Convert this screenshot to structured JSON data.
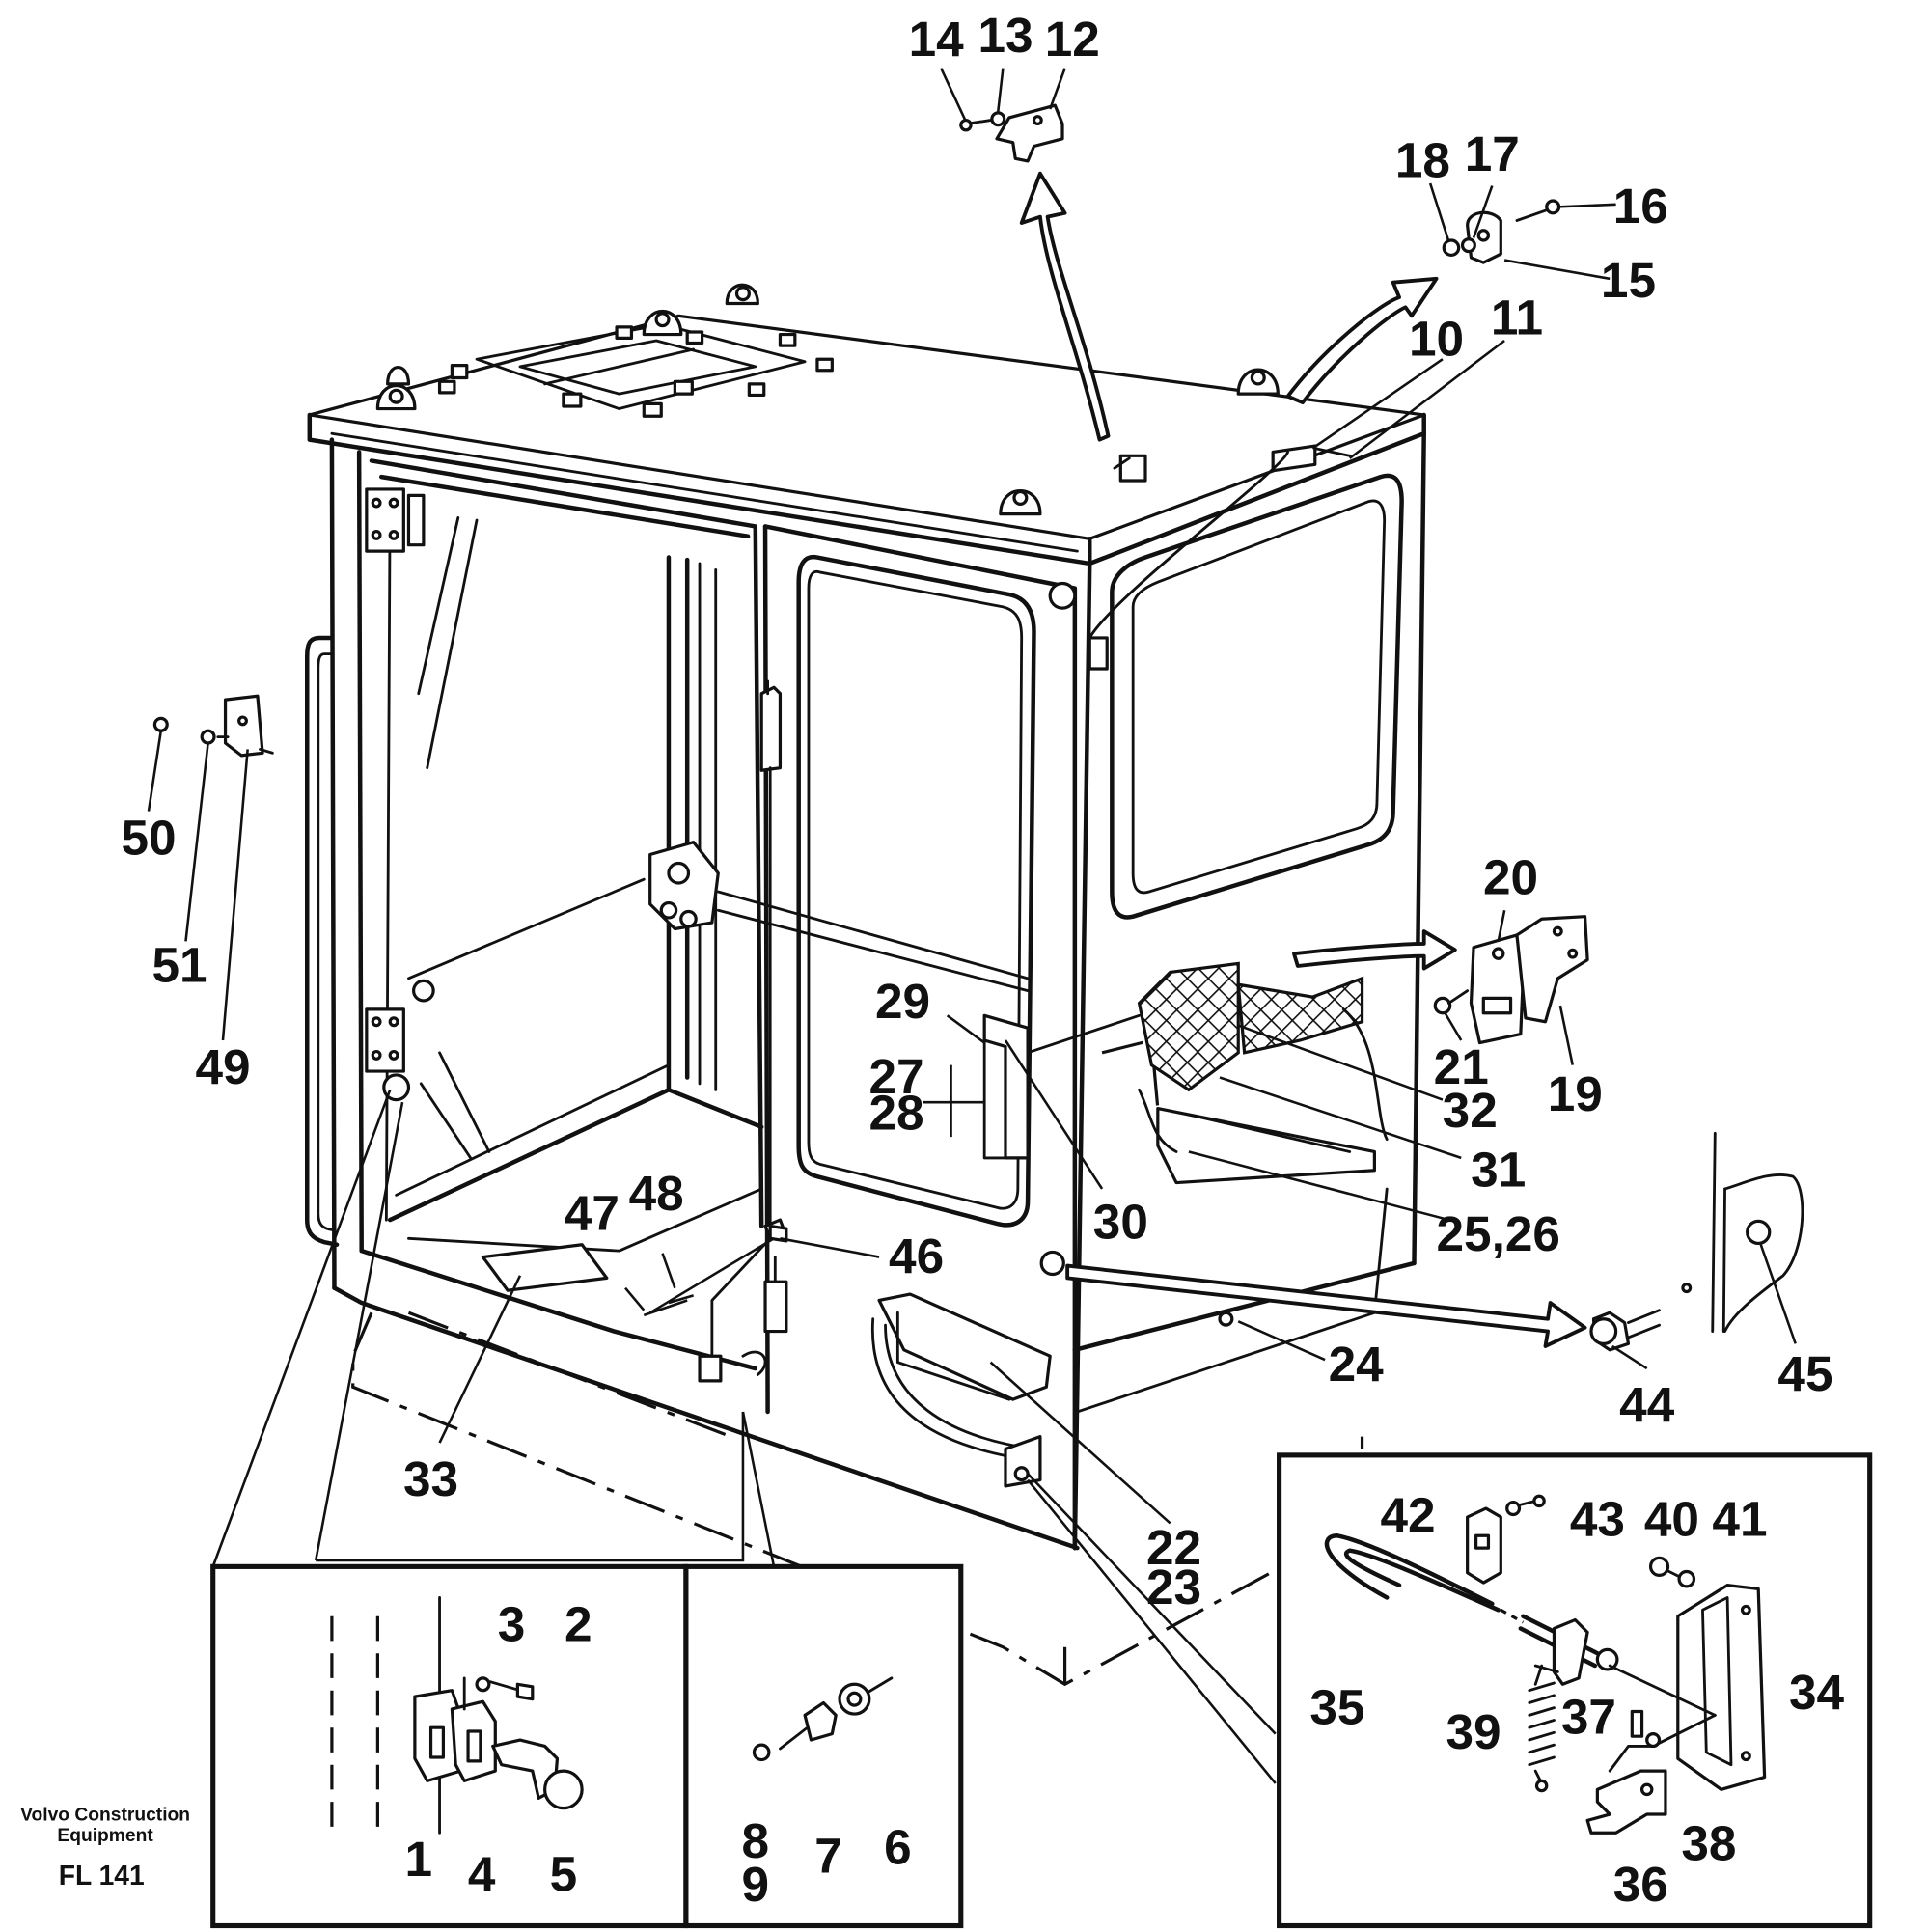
{
  "figure_code": "FL 141",
  "manufacturer_caption": [
    "Volvo Construction",
    "Equipment"
  ],
  "callouts": {
    "c1": "1",
    "c2": "2",
    "c3": "3",
    "c4": "4",
    "c5": "5",
    "c6": "6",
    "c7": "7",
    "c8": "8",
    "c9": "9",
    "c10": "10",
    "c11": "11",
    "c12": "12",
    "c13": "13",
    "c14": "14",
    "c15": "15",
    "c16": "16",
    "c17": "17",
    "c18": "18",
    "c19": "19",
    "c20": "20",
    "c21": "21",
    "c22": "22",
    "c23": "23",
    "c24": "24",
    "c25_26": "25,26",
    "c27": "27",
    "c28": "28",
    "c29": "29",
    "c30": "30",
    "c31": "31",
    "c32": "32",
    "c33": "33",
    "c34": "34",
    "c35": "35",
    "c36": "36",
    "c37": "37",
    "c38": "38",
    "c39": "39",
    "c40": "40",
    "c41": "41",
    "c42": "42",
    "c43": "43",
    "c44": "44",
    "c45": "45",
    "c46": "46",
    "c47": "47",
    "c48": "48",
    "c49": "49",
    "c50": "50",
    "c51": "51"
  }
}
